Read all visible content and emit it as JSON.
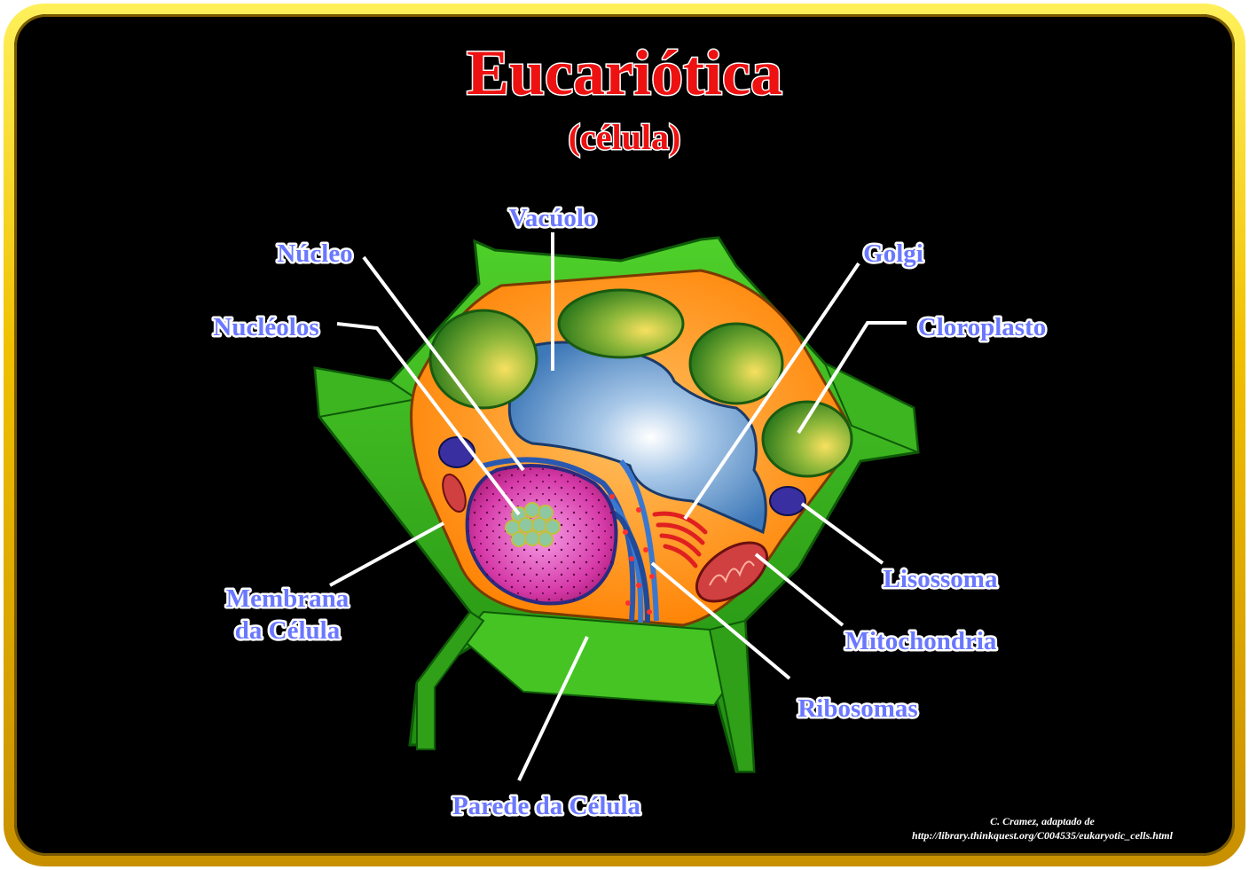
{
  "title": "Eucariótica",
  "subtitle": "(célula)",
  "labels": {
    "vacuolo": "Vacúolo",
    "nucleo": "Núcleo",
    "golgi": "Golgi",
    "nucleolos": "Nucléolos",
    "cloroplasto": "Cloroplasto",
    "membrana_1": "Membrana",
    "membrana_2": "da Célula",
    "lisossoma": "Lisossoma",
    "mitochondria": "Mitochondria",
    "ribosomas": "Ribosomas",
    "parede": "Parede da Célula"
  },
  "credit": {
    "line1": "C. Cramez, adaptado de",
    "line2": "http://library.thinkquest.org/C004535/eukaryotic_cells.html"
  },
  "colors": {
    "frame": "#f0c000",
    "background": "#000000",
    "title_fill": "#ee1111",
    "label_fill": "#6a78ff",
    "cell_wall": "#33b81e",
    "cytoplasm": "#ff8c00",
    "vacuole": "#5a8fc8",
    "nucleus": "#d63aa8",
    "chloroplast": "#6f9e28"
  }
}
